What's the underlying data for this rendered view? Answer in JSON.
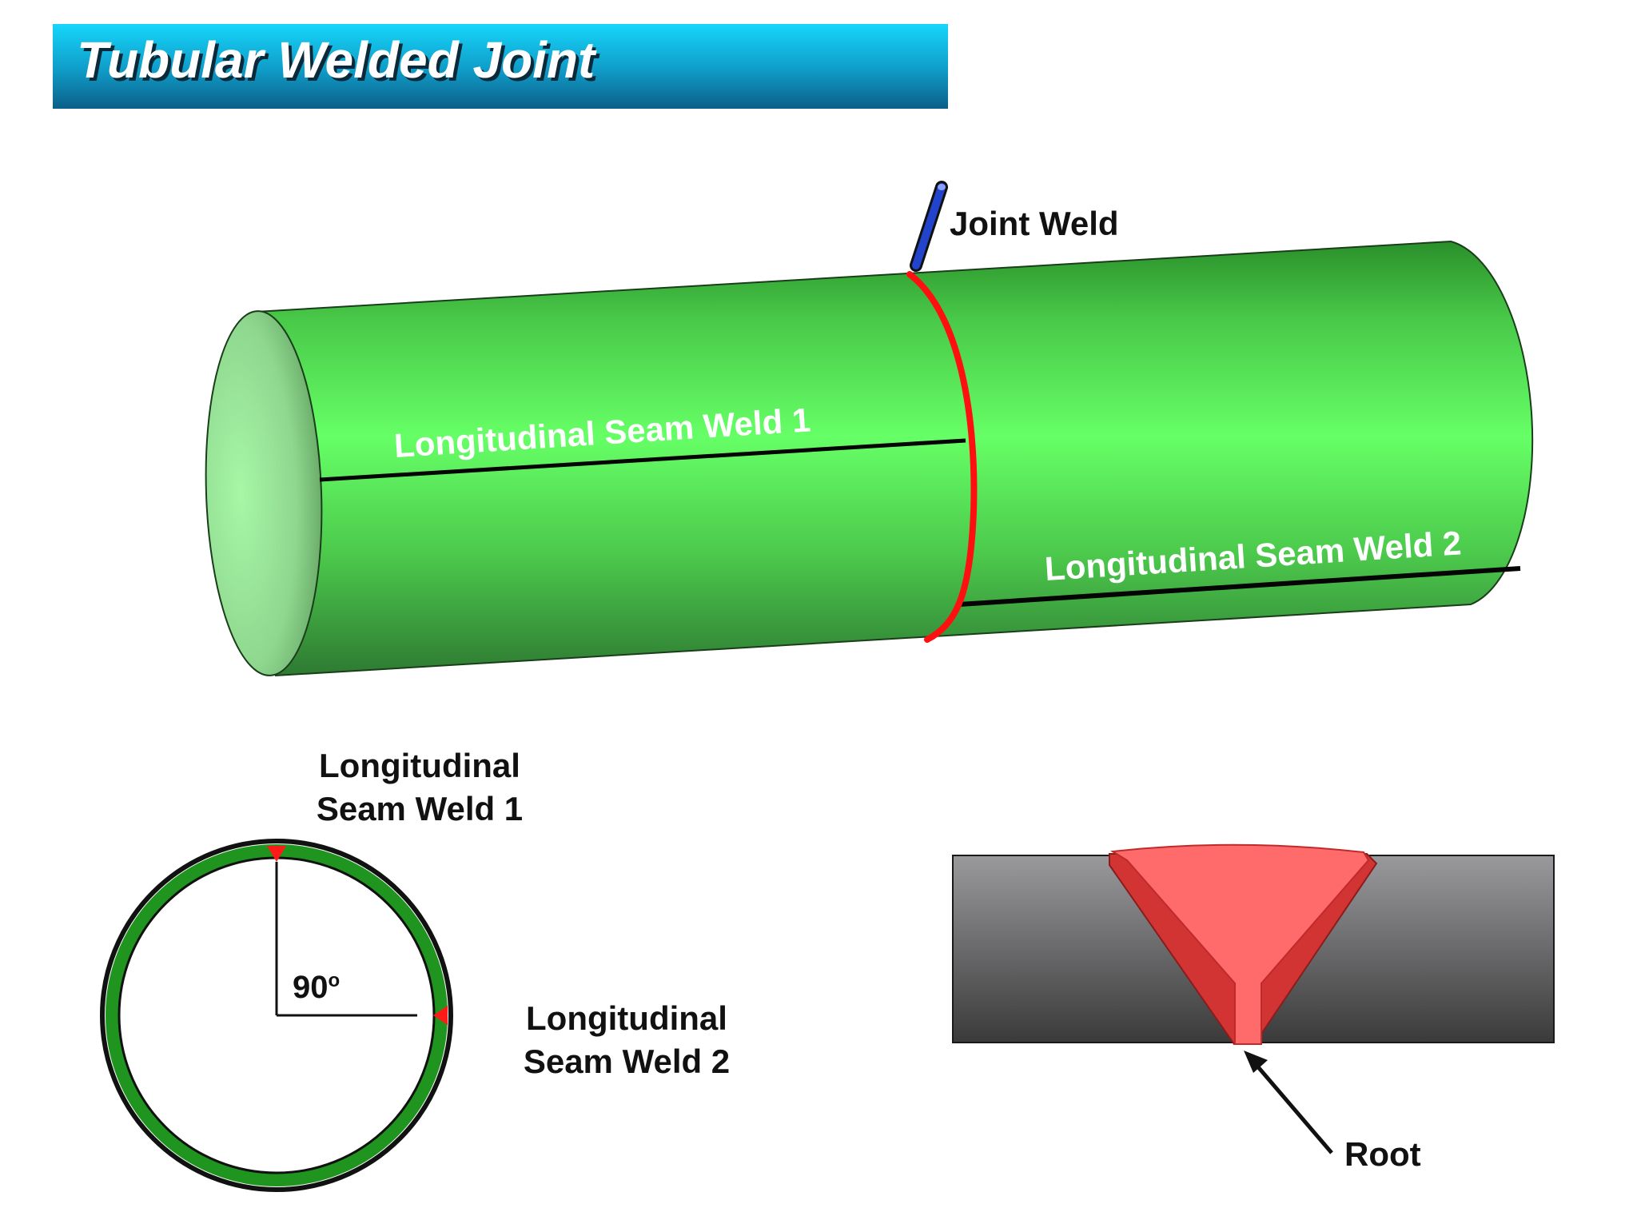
{
  "title": "Tubular Welded Joint",
  "pipe": {
    "joint_weld_label": "Joint Weld",
    "seam1_label": "Longitudinal Seam Weld 1",
    "seam2_label": "Longitudinal Seam Weld 2"
  },
  "cross_section": {
    "seam1_line1": "Longitudinal",
    "seam1_line2": "Seam Weld 1",
    "seam2_line1": "Longitudinal",
    "seam2_line2": "Seam Weld 2",
    "angle_value": "90",
    "angle_unit": "o"
  },
  "weld_profile": {
    "root_label": "Root"
  },
  "colors": {
    "title_bar_top": "#19d3f7",
    "title_bar_bottom": "#0d6a92",
    "pipe_green": "#44d644",
    "pipe_green_dark": "#2f7d33",
    "pipe_light": "#66ff66",
    "joint_weld_red": "#ff1010",
    "electrode_blue": "#1f3fc7",
    "ring_green": "#1a8f1a",
    "seam_marker_red": "#ff1a1a",
    "plate_light": "#9a9a9c",
    "plate_dark": "#3a3a3a",
    "weld_pink": "#ff6b6b",
    "weld_edge": "#d22c2c"
  }
}
